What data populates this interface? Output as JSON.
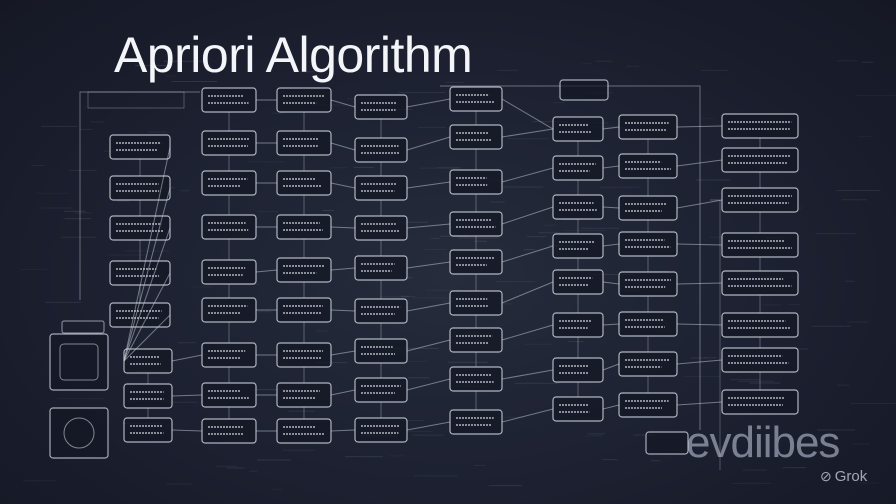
{
  "title": "Apriori Algorithm",
  "watermark": "evdiibes",
  "badge": {
    "icon": "grok-logo-icon",
    "label": "Grok"
  },
  "colors": {
    "background": "#1b1f2c",
    "box_stroke": "#c9cfdb",
    "text": "#f4f5f8"
  }
}
